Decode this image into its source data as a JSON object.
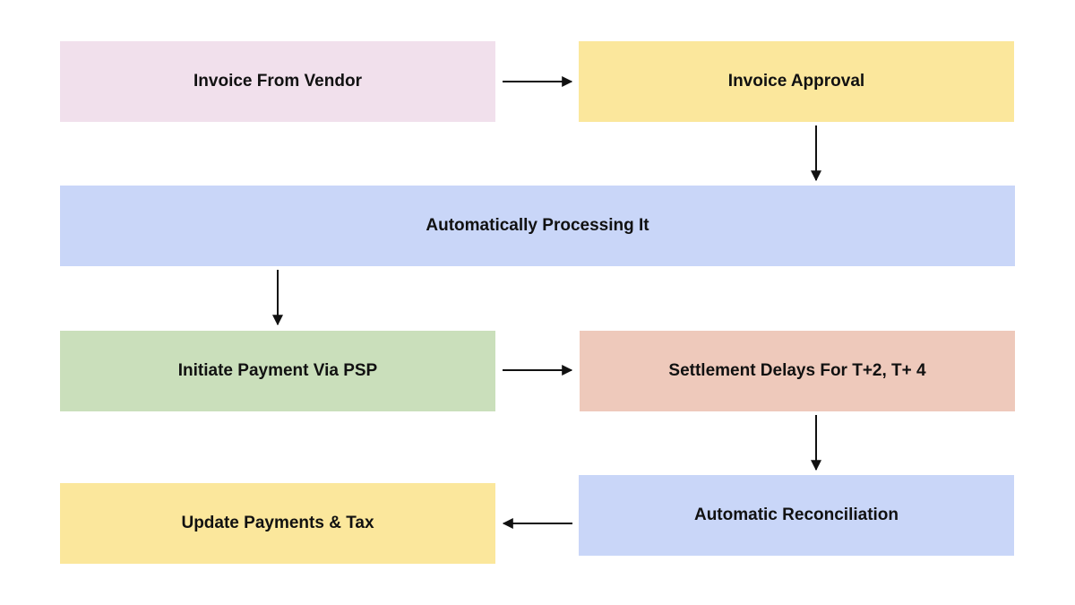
{
  "colors": {
    "pink": "#f1e0ec",
    "yellow": "#fbe79c",
    "blue": "#c9d6f8",
    "green": "#cadfbb",
    "salmon": "#eec9bb",
    "arrow": "#111111"
  },
  "nodes": [
    {
      "id": "invoice-from-vendor",
      "label": "Invoice From Vendor",
      "color": "pink"
    },
    {
      "id": "invoice-approval",
      "label": "Invoice Approval",
      "color": "yellow"
    },
    {
      "id": "automatically-processing-it",
      "label": "Automatically Processing It",
      "color": "blue"
    },
    {
      "id": "initiate-payment-via-psp",
      "label": "Initiate Payment Via PSP",
      "color": "green"
    },
    {
      "id": "settlement-delays",
      "label": "Settlement Delays For T+2, T+ 4",
      "color": "salmon"
    },
    {
      "id": "automatic-reconciliation",
      "label": "Automatic Reconciliation",
      "color": "blue"
    },
    {
      "id": "update-payments-tax",
      "label": "Update Payments & Tax",
      "color": "yellow"
    }
  ],
  "edges": [
    {
      "from": "invoice-from-vendor",
      "to": "invoice-approval"
    },
    {
      "from": "invoice-approval",
      "to": "automatically-processing-it"
    },
    {
      "from": "automatically-processing-it",
      "to": "initiate-payment-via-psp"
    },
    {
      "from": "initiate-payment-via-psp",
      "to": "settlement-delays"
    },
    {
      "from": "settlement-delays",
      "to": "automatic-reconciliation"
    },
    {
      "from": "automatic-reconciliation",
      "to": "update-payments-tax"
    }
  ]
}
